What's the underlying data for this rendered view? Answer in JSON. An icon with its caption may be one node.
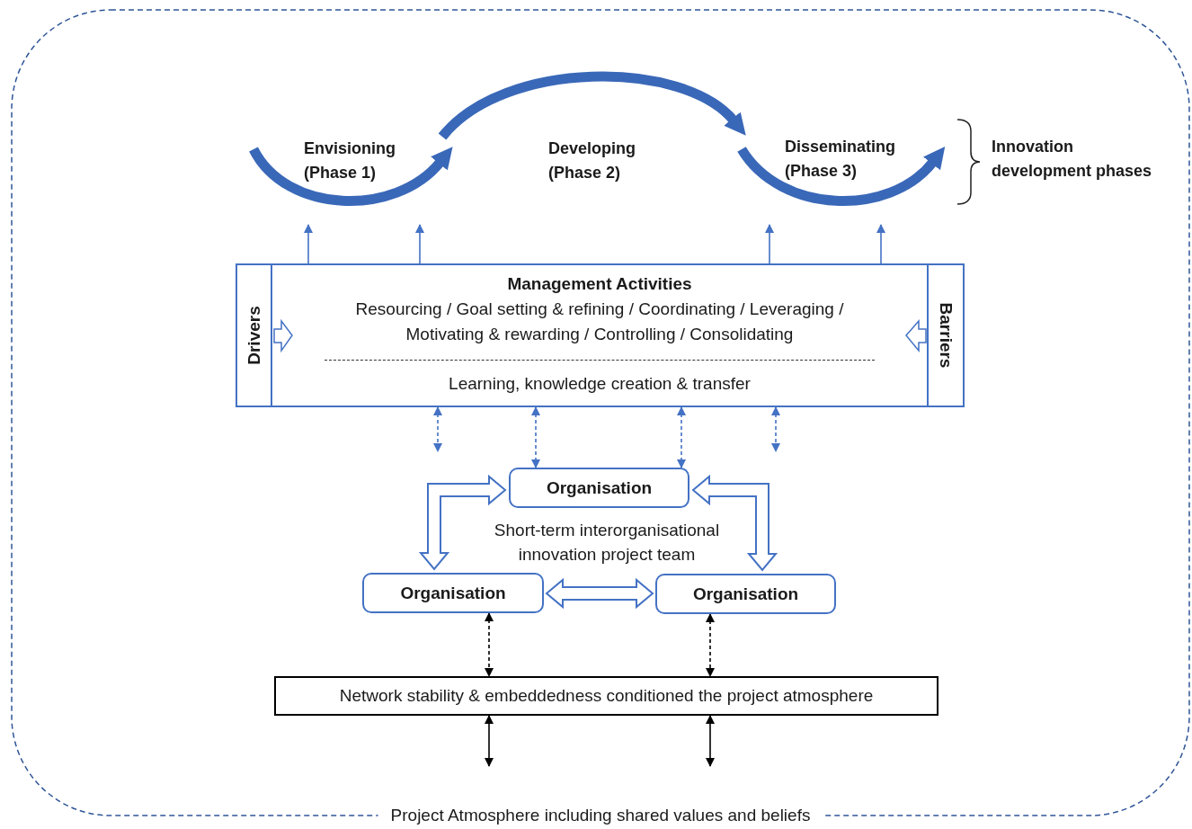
{
  "diagram": {
    "nodes": [
      {
        "text": [
          "Project Atmosphere including shared values and beliefs"
        ]
      },
      {
        "text": [
          "Envisioning (Phase 1)"
        ],
        "in": 0
      },
      {
        "text": [
          "Developing (Phase 2)"
        ],
        "in": 0
      },
      {
        "text": [
          "Disseminating (Phase 3)"
        ],
        "in": 0
      },
      {
        "text": [
          "Management Activities",
          "Resourcing / Goal setting & refining / Coordinating / Leveraging / Motivating & rewarding / Controlling / Consolidating",
          "Learning, knowledge creation & transfer"
        ],
        "in": 0
      },
      {
        "text": [
          "Drivers"
        ],
        "in": 4
      },
      {
        "text": [
          "Barriers"
        ],
        "in": 4
      },
      {
        "text": [
          "Organisation"
        ],
        "in": 0
      },
      {
        "text": [
          "Organisation"
        ],
        "in": 0
      },
      {
        "text": [
          "Organisation"
        ],
        "in": 0
      },
      {
        "text": [
          "Network stability & embeddedness conditioned the project atmosphere"
        ],
        "in": 0
      }
    ],
    "edges": [
      {
        "from": 4,
        "to": 1,
        "arrow": "to"
      },
      {
        "from": 4,
        "to": 1,
        "arrow": "to"
      },
      {
        "from": 4,
        "to": 3,
        "arrow": "to"
      },
      {
        "from": 4,
        "to": 3,
        "arrow": "to"
      },
      {
        "from": 4,
        "to": null,
        "arrow": "both",
        "style": "dashed"
      },
      {
        "from": 4,
        "to": 7,
        "arrow": "both",
        "style": "dashed"
      },
      {
        "from": 4,
        "to": 7,
        "arrow": "both",
        "style": "dashed"
      },
      {
        "from": 4,
        "to": null,
        "arrow": "both",
        "style": "dashed"
      },
      {
        "from": 7,
        "to": 8,
        "arrow": "both",
        "style": "thick"
      },
      {
        "from": 7,
        "to": 9,
        "arrow": "both",
        "style": "thick"
      },
      {
        "from": 8,
        "to": 9,
        "arrow": "both",
        "style": "thick"
      },
      {
        "from": 8,
        "to": 10,
        "arrow": "both",
        "style": "dashed",
        "color": "#000000"
      },
      {
        "from": 9,
        "to": 10,
        "arrow": "both",
        "style": "dashed",
        "color": "#000000"
      },
      {
        "from": 10,
        "to": null,
        "arrow": "both",
        "color": "#000000"
      },
      {
        "from": 10,
        "to": null,
        "arrow": "both",
        "color": "#000000"
      }
    ],
    "labels": [
      "Innovation development phases",
      "Short-term interorganisational innovation project team"
    ]
  }
}
